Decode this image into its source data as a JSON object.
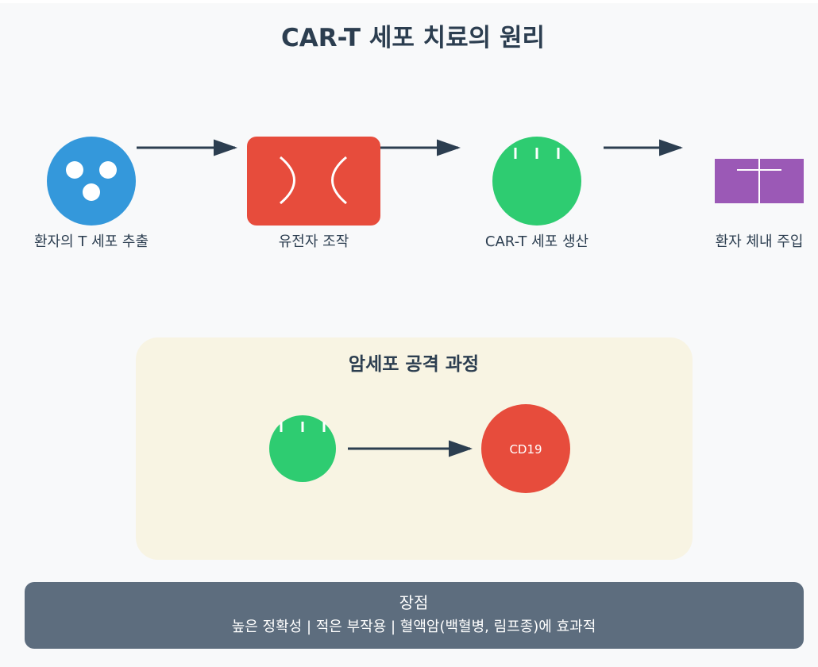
{
  "title": "CAR-T 세포 치료의 원리",
  "steps": [
    {
      "id": "extract",
      "label": "환자의 T 세포 추출",
      "icon": "t-cell-icon",
      "color": "#3498db"
    },
    {
      "id": "modify",
      "label": "유전자 조작",
      "icon": "dna-icon",
      "color": "#e74c3c"
    },
    {
      "id": "produce",
      "label": "CAR-T 세포 생산",
      "icon": "car-t-cell-icon",
      "color": "#2ecc71"
    },
    {
      "id": "inject",
      "label": "환자 체내 주입",
      "icon": "infusion-bag-icon",
      "color": "#9b59b6"
    }
  ],
  "attack": {
    "title": "암세포 공격 과정",
    "target_label": "CD19",
    "panel_color": "#f8f4e3",
    "car_t_color": "#2ecc71",
    "cancer_color": "#e74c3c"
  },
  "advantages": {
    "title": "장점",
    "text": "높은 정확성 | 적은 부작용 | 혈액암(백혈병, 림프종)에 효과적",
    "color": "#5d6d7e"
  },
  "colors": {
    "background": "#f8f9fa",
    "text": "#2c3e50",
    "arrow": "#2c3e50"
  }
}
